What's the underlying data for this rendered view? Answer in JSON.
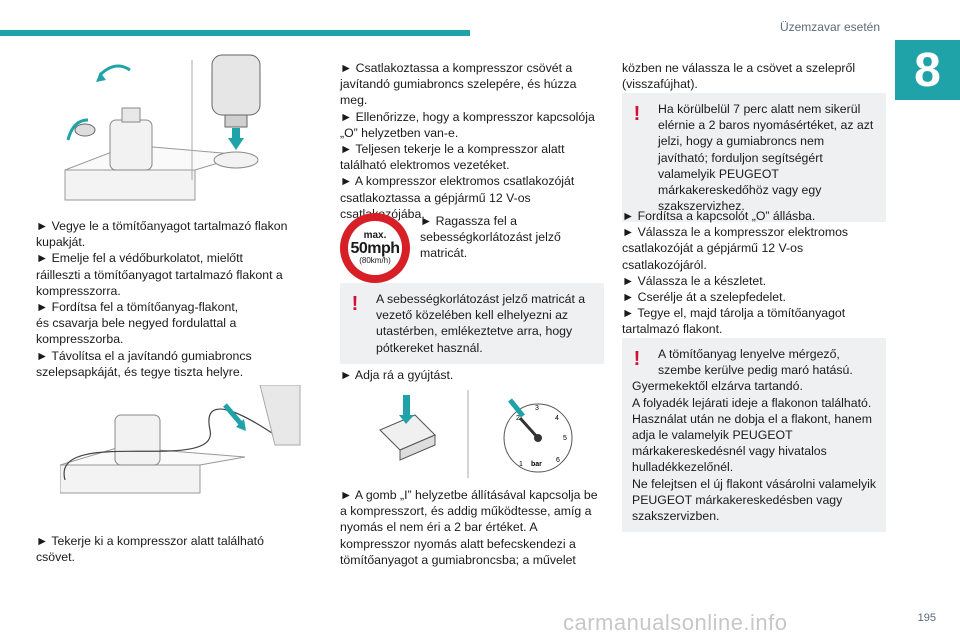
{
  "header": {
    "title": "Üzemzavar esetén",
    "chapter": "8"
  },
  "col1": {
    "para1": [
      "► Vegye le a tömítőanyagot tartalmazó flakon kupakját.",
      "► Emelje fel a védőburkolatot, mielőtt",
      "rá­illeszti a tömítőanyagot tartalmazó flakont a kompresszorra.",
      "► Fordítsa fel a tömítőanyag-flakont,",
      "és csavarja bele negyed fordulattal a kompresszorba.",
      "► Távolítsa el a javítandó gumiabroncs szelepsapkáját, és tegye tiszta helyre."
    ],
    "para2": "► Tekerje ki a kompresszor alatt található csövet."
  },
  "col2": {
    "para1": [
      "► Csatlakoztassa a kompresszor csövét a javítandó gumiabroncs szelepére, és húzza meg.",
      "► Ellenőrizze, hogy a kompresszor kapcsolója",
      "„O” helyzetben van-e.",
      "► Teljesen tekerje le a kompresszor alatt található elektromos vezetéket.",
      "► A kompresszor elektromos csatlakozóját csatlakoztassa a gépjármű 12 V-os csatlakozójába."
    ],
    "sign": {
      "top": "max.",
      "mid": "50mph",
      "bot": "(80km/h)"
    },
    "sticker_text": "► Ragassza fel a sebességkorlátozást jelző matricát.",
    "warn1": "A sebességkorlátozást jelző matricát a vezető közelében kell elhelyezni az utastérben, emlékeztetve arra, hogy pótkereket használ.",
    "ignition": "► Adja rá a gyújtást.",
    "gauge_label": "bar",
    "gauge_ticks": [
      "1",
      "2",
      "3",
      "4",
      "5",
      "6"
    ],
    "para_end": "► A gomb „I” helyzetbe állításával kapcsolja be a kompresszort, és addig működtesse, amíg a nyomás el nem éri a 2 bar értéket. A kompresszor nyomás alatt befecskendezi a tömítőanyagot a gumiabroncsba; a művelet"
  },
  "col3": {
    "intro": "közben ne válassza le a csövet a szelepről (visszafújhat).",
    "warn2": "Ha körülbelül 7 perc alatt nem sikerül elérnie a 2 baros nyomásértéket, az azt jelzi, hogy a gumiabroncs nem javítható; forduljon segítségért valamelyik PEUGEOT márkakereskedőhöz vagy egy szakszervizhez.",
    "steps": [
      "► Fordítsa a kapcsolót „O” állásba.",
      "► Válassza le a kompresszor elektromos csatlakozóját a gépjármű 12 V-os csatlakozójáról.",
      "► Válassza le a készletet.",
      "► Cserélje át a szelepfedelet.",
      "► Tegye el, majd tárolja a tömítőanyagot tartalmazó flakont."
    ],
    "warn3": [
      "A tömítőanyag lenyelve mérgező, szembe kerülve pedig maró hatású.",
      "Gyermekektől elzárva tartandó.",
      "A folyadék lejárati ideje a flakonon található.",
      "Használat után ne dobja el a flakont, hanem adja le valamelyik PEUGEOT márkakereskedésnél vagy hivatalos hulladékkezelőnél.",
      "Ne felejtsen el új flakont vásárolni valamelyik PEUGEOT márkakereskedésben vagy szakszervizben."
    ]
  },
  "page_number": "195",
  "watermark": "carmanualsonline.info",
  "colors": {
    "accent": "#1fa3a9",
    "warning": "#d0103a",
    "sign_red": "#d61f26"
  }
}
